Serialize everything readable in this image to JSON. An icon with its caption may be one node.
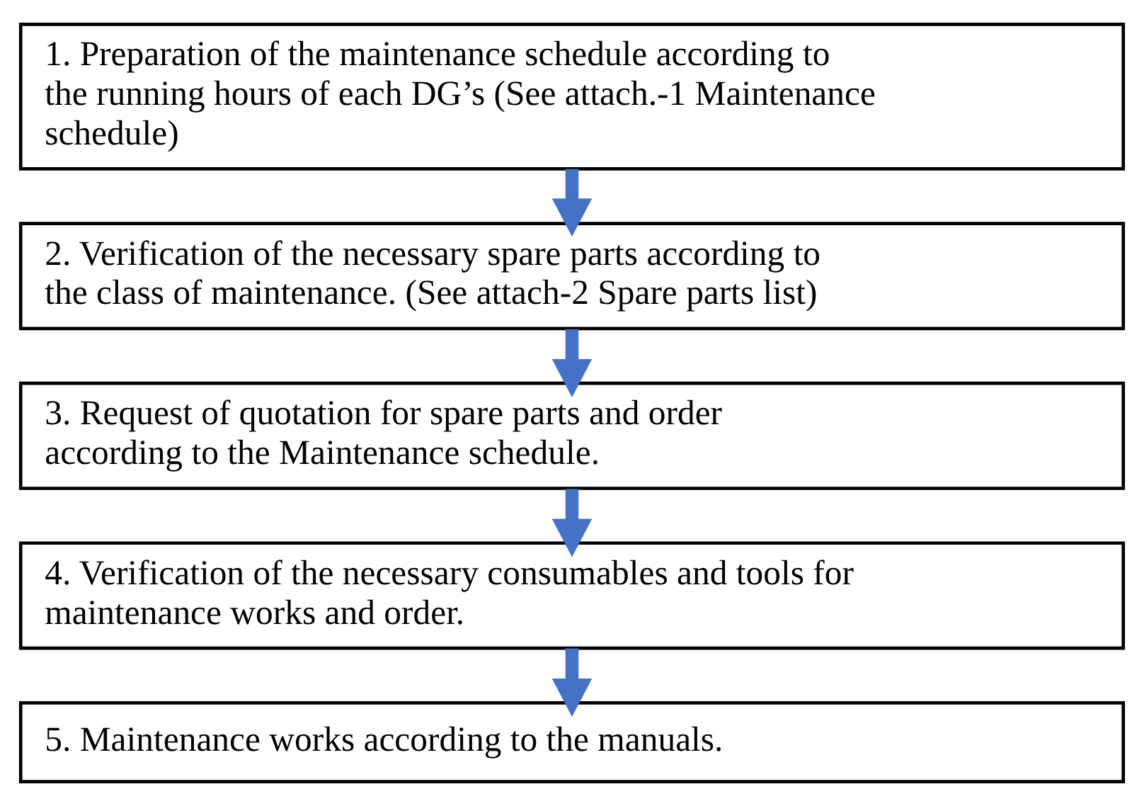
{
  "diagram": {
    "nodes": [
      {
        "text": [
          "1. Preparation of the maintenance schedule according to the running hours of each DG’s (See attach.-1 Maintenance schedule)"
        ]
      },
      {
        "text": [
          "2. Verification of the necessary spare parts according to the class of maintenance. (See attach-2 Spare parts list)"
        ]
      },
      {
        "text": [
          "3. Request of quotation for spare parts and order according to the Maintenance schedule."
        ]
      },
      {
        "text": [
          "4. Verification of the necessary consumables and tools for maintenance works and order."
        ]
      },
      {
        "text": [
          "5. Maintenance works according to the manuals."
        ]
      }
    ],
    "edges": [
      {
        "from": 0,
        "to": 1,
        "arrow": "to"
      },
      {
        "from": 1,
        "to": 2,
        "arrow": "to"
      },
      {
        "from": 2,
        "to": 3,
        "arrow": "to"
      },
      {
        "from": 3,
        "to": 4,
        "arrow": "to"
      }
    ]
  }
}
